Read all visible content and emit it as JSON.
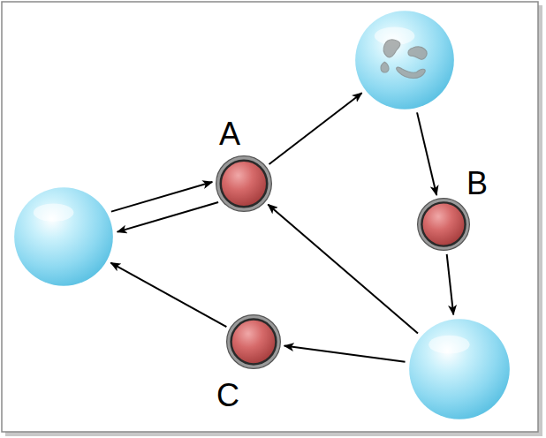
{
  "diagram": {
    "nodes": [
      {
        "text": []
      },
      {
        "text": [
          "A"
        ]
      },
      {
        "text": [
          "B"
        ]
      },
      {
        "text": []
      },
      {
        "text": [
          "C"
        ]
      },
      {
        "text": []
      }
    ],
    "edges": [
      {
        "from": 3,
        "to": 1,
        "arrow": "to"
      },
      {
        "from": 1,
        "to": 3,
        "arrow": "to"
      },
      {
        "from": 1,
        "to": 0,
        "arrow": "to"
      },
      {
        "from": 0,
        "to": 2,
        "arrow": "to"
      },
      {
        "from": 2,
        "to": 5,
        "arrow": "to"
      },
      {
        "from": 5,
        "to": 1,
        "arrow": "to"
      },
      {
        "from": 5,
        "to": 4,
        "arrow": "to"
      },
      {
        "from": 4,
        "to": 3,
        "arrow": "to"
      }
    ]
  }
}
